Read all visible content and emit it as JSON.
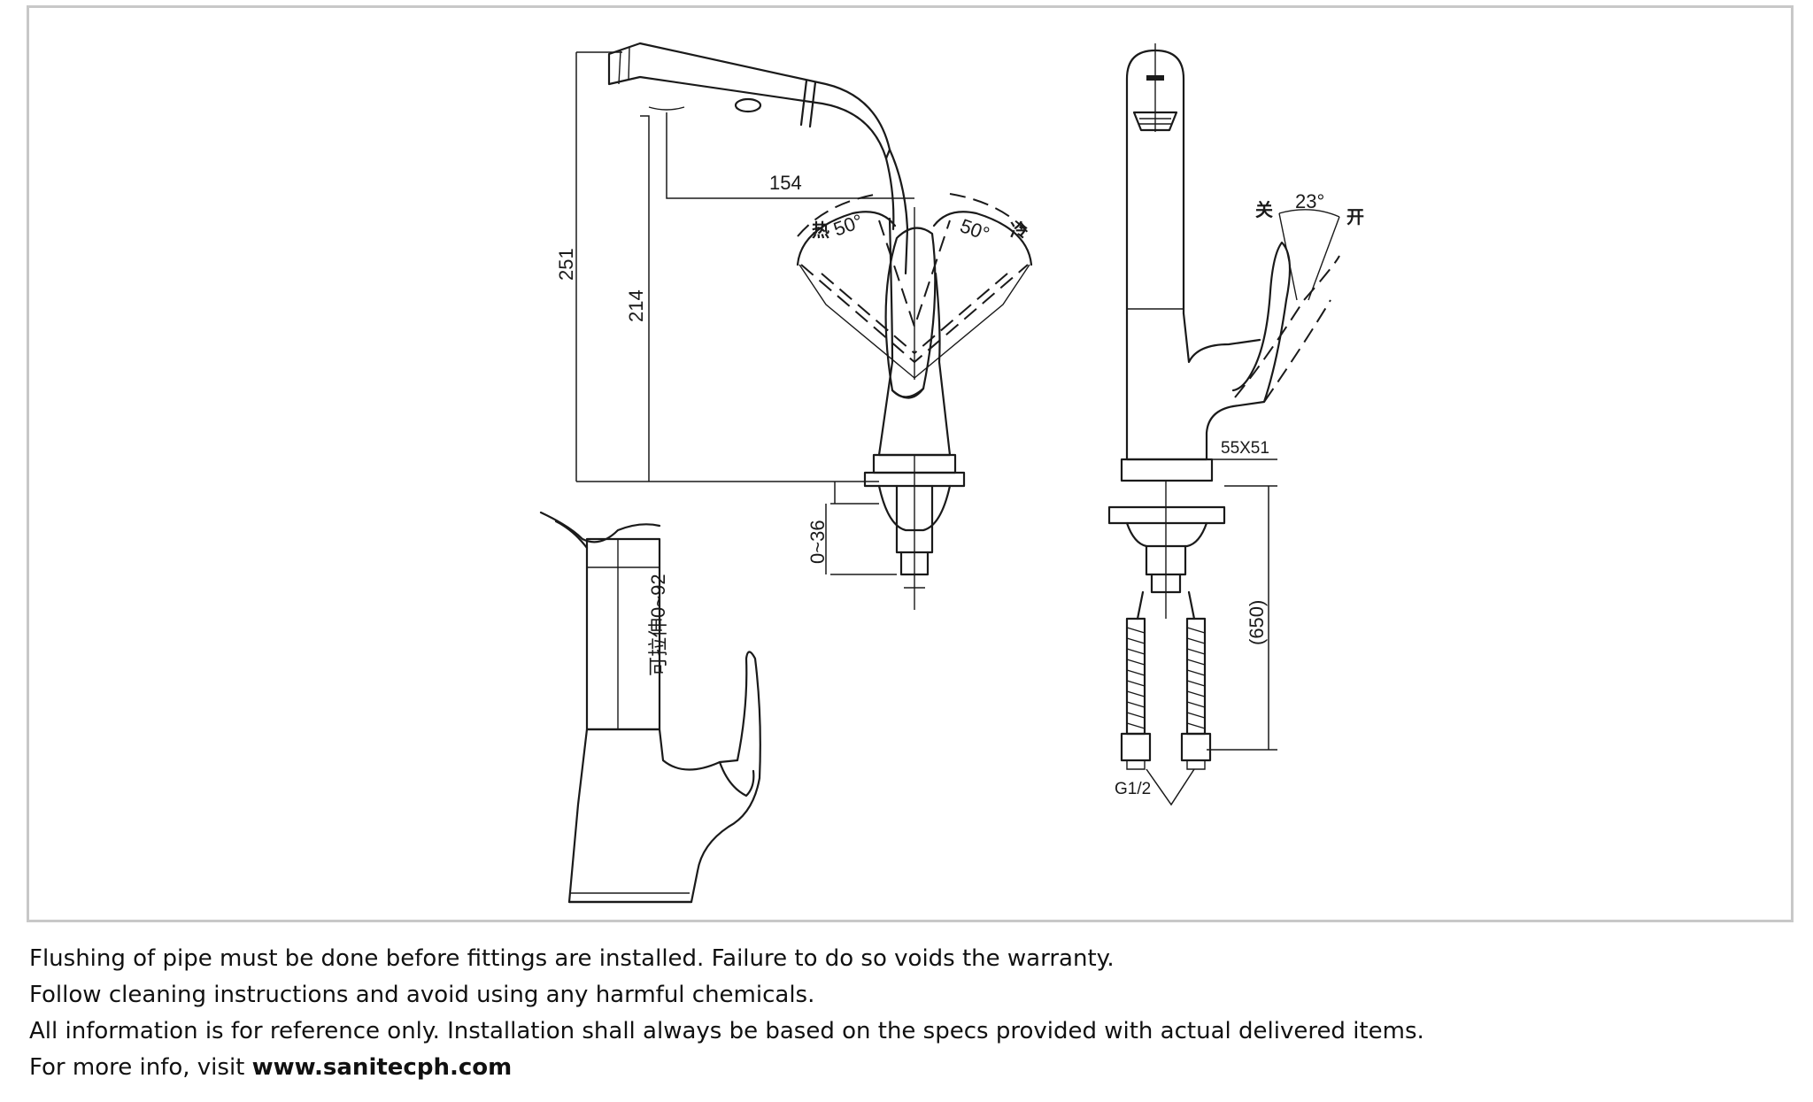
{
  "drawing": {
    "dimensions": {
      "height_total": "251",
      "spout_height": "214",
      "spout_reach": "154",
      "angle_left": "50°",
      "angle_right": "50°",
      "angle_side": "23°",
      "deck_thickness": "0~36",
      "base_size": "55X51",
      "hose_length": "(650)",
      "thread": "G1/2",
      "pullout": "可拉伸0~92"
    },
    "symbols": {
      "hot": "热",
      "cold": "冷",
      "off": "关",
      "on": "开"
    }
  },
  "notes": {
    "line1": "Flushing of pipe must be done before fittings are installed. Failure to do so voids the warranty.",
    "line2": "Follow cleaning instructions and avoid using any harmful chemicals.",
    "line3": "All information is for reference only. Installation shall always be based on the specs provided with actual delivered items.",
    "line4_prefix": "For more info, visit ",
    "line4_link": "www.sanitecph.com"
  }
}
